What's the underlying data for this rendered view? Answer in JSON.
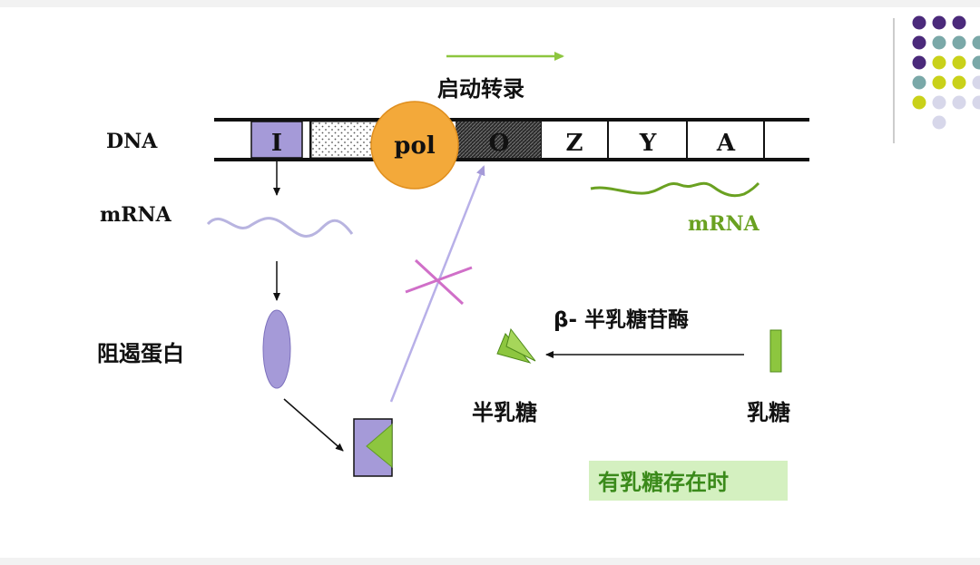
{
  "diagram": {
    "transcription_label": "启动转录",
    "dna_label": "DNA",
    "gene_segments": [
      "I",
      "O",
      "Z",
      "Y",
      "A"
    ],
    "polymerase_label": "pol",
    "mrna_left_label": "mRNA",
    "mrna_right_label": "mRNA",
    "repressor_label": "阻遏蛋白",
    "enzyme_label": "β- 半乳糖苷酶",
    "galactose_label": "半乳糖",
    "lactose_label": "乳糖",
    "condition_label": "有乳糖存在时"
  },
  "colors": {
    "purple": "#a59ad8",
    "green": "#8dc63f",
    "dark_green": "#6aa121",
    "mrna_purple": "#b8b4e0",
    "pol_orange": "#f3a93a",
    "cross_pink": "#d06fc8",
    "condition_bg": "#d4f0c0",
    "condition_text": "#3a8a1a"
  },
  "decoration_dots": [
    [
      "#4b2a7b",
      "#4b2a7b",
      "#4b2a7b",
      null
    ],
    [
      "#4b2a7b",
      "#7aa8a8",
      "#7aa8a8",
      "#7aa8a8"
    ],
    [
      "#4b2a7b",
      "#c9d11a",
      "#c9d11a",
      "#7aa8a8"
    ],
    [
      "#7aa8a8",
      "#c9d11a",
      "#c9d11a",
      "#d7d7ea"
    ],
    [
      "#c9d11a",
      "#d7d7ea",
      "#d7d7ea",
      "#d7d7ea"
    ],
    [
      null,
      "#d7d7ea",
      null,
      null
    ]
  ]
}
